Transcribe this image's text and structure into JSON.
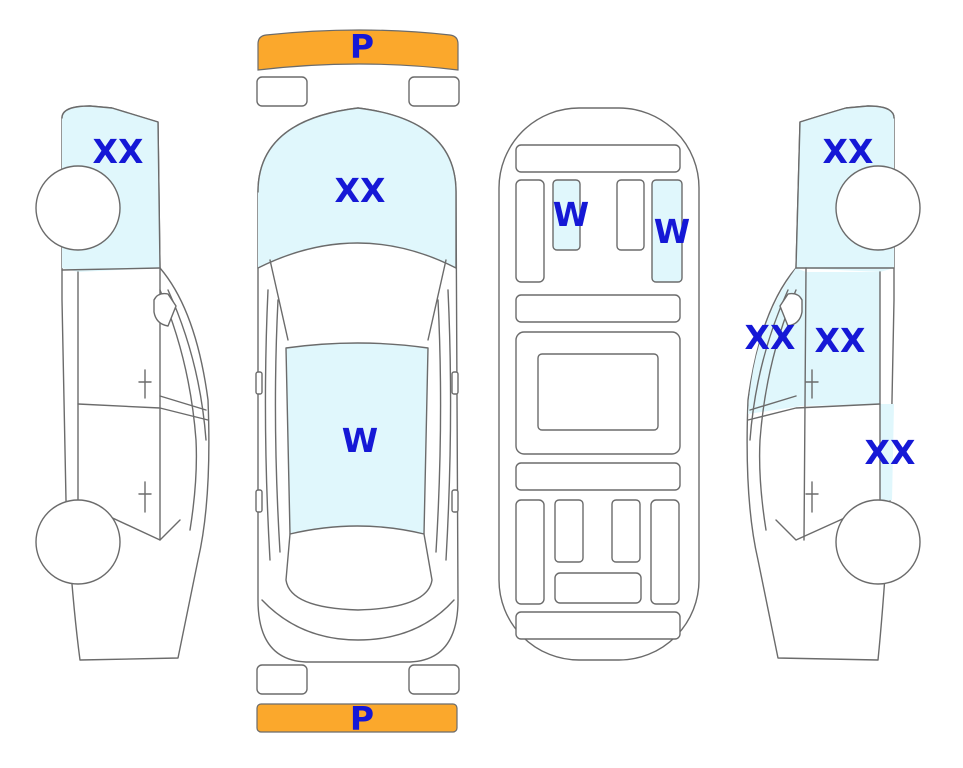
{
  "colors": {
    "mark_fill": "#e0f7fc",
    "bumper_fill": "#fba82c",
    "label_color": "#1518d6",
    "outline": "#6b6b6b"
  },
  "labels": {
    "bumper_front": "P",
    "bumper_rear": "P",
    "left_front_fender": "XX",
    "hood": "XX",
    "roof": "W",
    "floor_front_left": "W",
    "floor_front_right": "W",
    "right_front_fender": "XX",
    "right_front_door_edge": "XX",
    "right_front_door": "XX",
    "right_rear_quarter": "XX"
  }
}
